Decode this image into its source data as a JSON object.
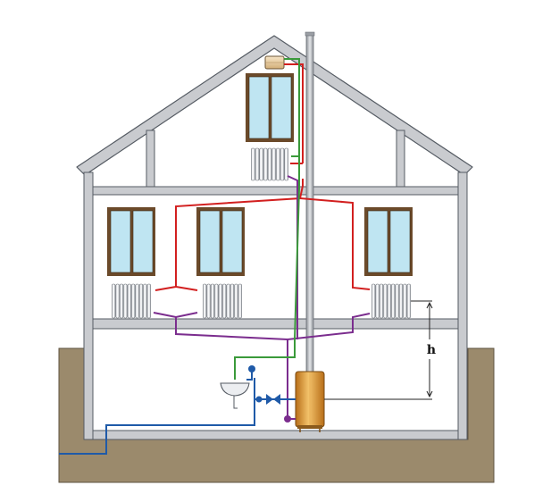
{
  "diagram": {
    "height_label": "h",
    "colors": {
      "ground": "#9b8a6c",
      "wall": "#c9cbcf",
      "outline": "#555b63",
      "supply": "#d21f1f",
      "return": "#7b2d8e",
      "expansion": "#3a9a3a",
      "cold_water": "#1f5aa8",
      "boiler": "#d08a28",
      "window_glass": "#bfe5f2",
      "window_frame": "#6b4a2a"
    },
    "icons": [
      "chimney",
      "expansion-tank",
      "radiator",
      "window",
      "boiler",
      "sink",
      "faucet",
      "valve",
      "pump"
    ]
  }
}
